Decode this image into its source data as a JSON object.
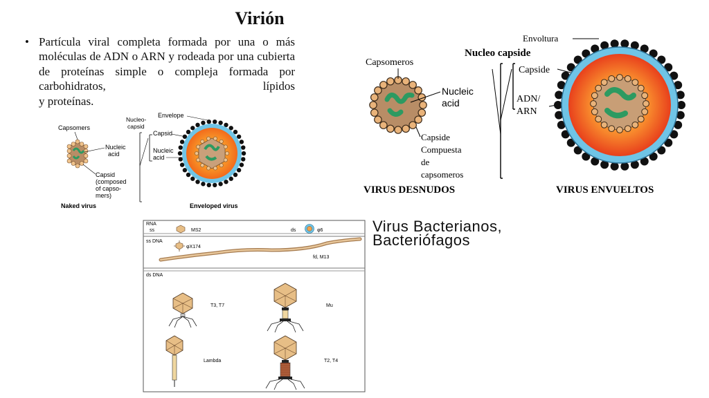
{
  "slide": {
    "title": "Virión",
    "bullet": "Partícula viral completa formada por una o más moléculas de ADN o ARN y rodeada por una cubierta de proteínas simple o compleja formada por carbohidratos, lípidos",
    "bullet_last": "y proteínas."
  },
  "small_figure": {
    "capsomers": "Capsomers",
    "nucleic_acid_1": "Nucleic",
    "nucleic_acid_2": "acid",
    "capsid_composed_1": "Capsid",
    "capsid_composed_2": "(composed",
    "capsid_composed_3": "of capsо-",
    "capsid_composed_4": "mers)",
    "nucleocapsid_1": "Nucleo-",
    "nucleocapsid_2": "capsid",
    "envelope": "Envelope",
    "capsid": "Capsid",
    "nucleic_b_1": "Nucleic",
    "nucleic_b_2": "acid",
    "naked_virus": "Naked virus",
    "enveloped_virus": "Enveloped virus"
  },
  "large_figure": {
    "envoltura": "Envoltura",
    "nucleo_capside": "Nucleo capside",
    "capsomeros": "Capsomeros",
    "nucleic_1": "Nucleic",
    "nucleic_2": "acid",
    "capside": "Capside",
    "adn_arn_1": "ADN/",
    "adn_arn_2": "ARN",
    "capside_compuesta_1": "Capside",
    "capside_compuesta_2": "Compuesta",
    "capside_compuesta_3": "de",
    "capside_compuesta_4": "capsomeros",
    "virus_desnudos": "VIRUS DESNUDOS",
    "virus_envueltos": "VIRUS ENVUELTOS"
  },
  "phage_table": {
    "rna": "RNA",
    "ss": "ss",
    "ms2": "MS2",
    "ds": "ds",
    "phi6": "φ6",
    "ss_dna": "ss DNA",
    "phix174": "φX174",
    "fd_m13": "fd, M13",
    "ds_dna": "ds DNA",
    "t3_t7": "T3, T7",
    "mu": "Mu",
    "lambda": "Lambda",
    "t2_t4": "T2, T4"
  },
  "bacterial": {
    "line1": "Virus Bacterianos,",
    "line2": "Bacteriófagos"
  },
  "colors": {
    "capsid_fill": "#c8a27a",
    "capsomer": "#e8b67c",
    "nucleic": "#3aaa6c",
    "envelope": "#6fc4e6",
    "spike": "#111111",
    "core": "#f57a2a"
  }
}
